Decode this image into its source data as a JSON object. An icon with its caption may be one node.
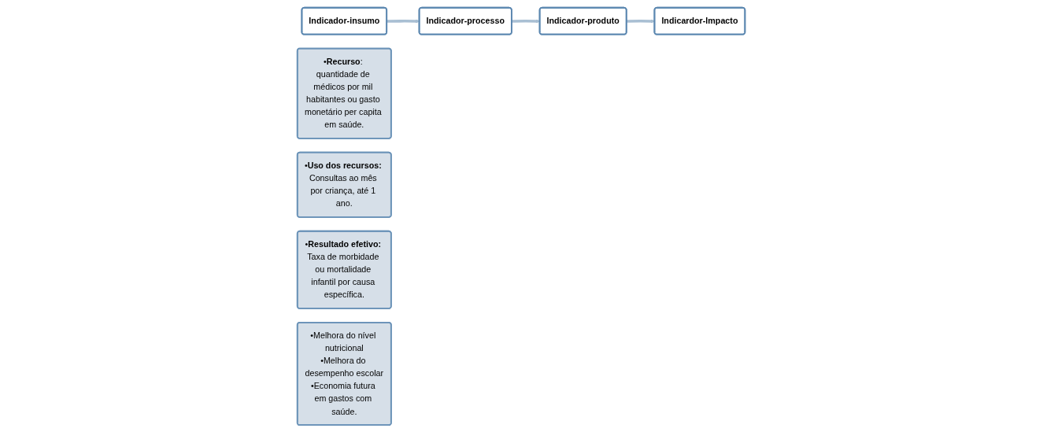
{
  "diagram": {
    "nodes": [
      {
        "text": [
          "Indicador-insumo"
        ]
      },
      {
        "text": [
          "•**Recurso**: quantidade de médicos por mil habitantes ou gasto monetário per capita em saúde."
        ]
      },
      {
        "text": [
          "Indicador-processo"
        ]
      },
      {
        "text": [
          "•**Uso dos recursos:** Consultas ao mês por criança, até 1 ano."
        ]
      },
      {
        "text": [
          "Indicador-produto"
        ]
      },
      {
        "text": [
          "•**Resultado efetivo:** Taxa de morbidade ou mortalidade infantil por causa específica."
        ]
      },
      {
        "text": [
          "Indicardor-Impacto"
        ]
      },
      {
        "text": [
          "•Melhora do nível nutricional",
          "•Melhora do desempenho escolar",
          "•Economia futura em gastos com saúde."
        ]
      }
    ],
    "edges": [
      {
        "from": 0,
        "to": 2,
        "arrow": "to"
      },
      {
        "from": 2,
        "to": 4,
        "arrow": "to"
      },
      {
        "from": 4,
        "to": 6,
        "arrow": "to"
      }
    ]
  }
}
